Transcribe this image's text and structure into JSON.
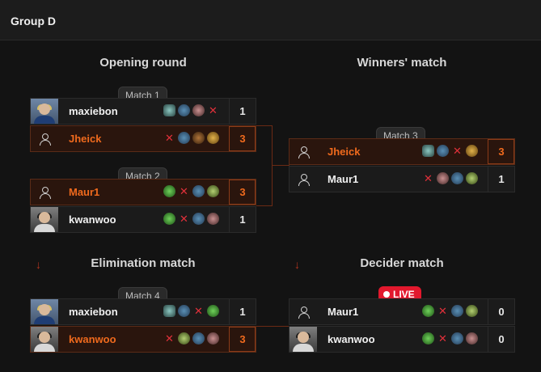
{
  "header": {
    "title": "Group D"
  },
  "rounds": {
    "opening": "Opening round",
    "winners": "Winners' match",
    "elimination": "Elimination match",
    "decider": "Decider match"
  },
  "matches": {
    "m1": {
      "label": "Match 1",
      "p1": {
        "name": "maxiebon",
        "score": "1"
      },
      "p2": {
        "name": "Jheick",
        "score": "3"
      }
    },
    "m2": {
      "label": "Match 2",
      "p1": {
        "name": "Maur1",
        "score": "3"
      },
      "p2": {
        "name": "kwanwoo",
        "score": "1"
      }
    },
    "m3": {
      "label": "Match 3",
      "p1": {
        "name": "Jheick",
        "score": "3"
      },
      "p2": {
        "name": "Maur1",
        "score": "1"
      }
    },
    "m4": {
      "label": "Match 4",
      "p1": {
        "name": "maxiebon",
        "score": "1"
      },
      "p2": {
        "name": "kwanwoo",
        "score": "3"
      }
    },
    "m5": {
      "live": "LIVE",
      "p1": {
        "name": "Maur1",
        "score": "0"
      },
      "p2": {
        "name": "kwanwoo",
        "score": "0"
      }
    }
  },
  "icons": {
    "arrow": "down-arrow-icon",
    "user": "user-icon",
    "loss": "x-icon"
  },
  "colors": {
    "accent": "#f06a1d",
    "live": "#e2182d",
    "connector": "#6b2a14"
  }
}
